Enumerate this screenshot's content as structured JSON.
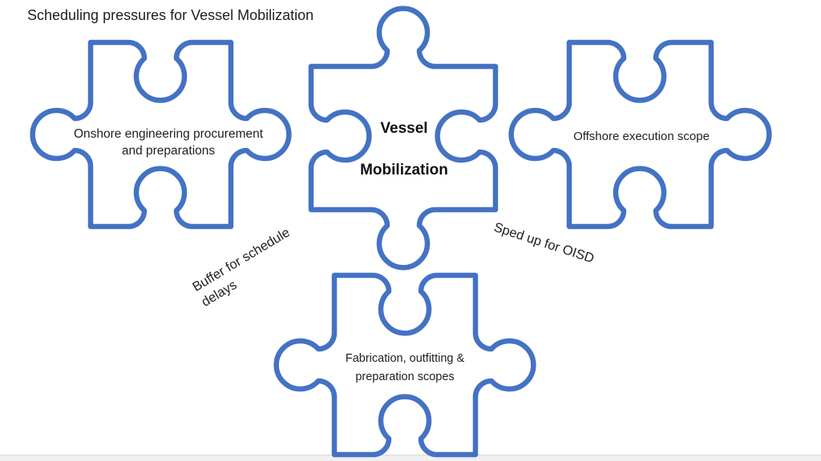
{
  "title": "Scheduling pressures for Vessel Mobilization",
  "pieces": {
    "left": {
      "label": "Onshore engineering procurement and preparations"
    },
    "center": {
      "label_line1": "Vessel",
      "label_line2": "Mobilization"
    },
    "right": {
      "label": "Offshore execution scope"
    },
    "bottom": {
      "label": "Fabrication, outfitting & preparation scopes"
    }
  },
  "annotations": {
    "buffer_label": "Buffer for schedule delays",
    "sped_label": "Sped up for OISD"
  },
  "colors": {
    "outline": "#4472C4",
    "text": "#1f1f1f",
    "footer_bar": "#f0f0f0",
    "footer_border": "#d8d8d8"
  }
}
